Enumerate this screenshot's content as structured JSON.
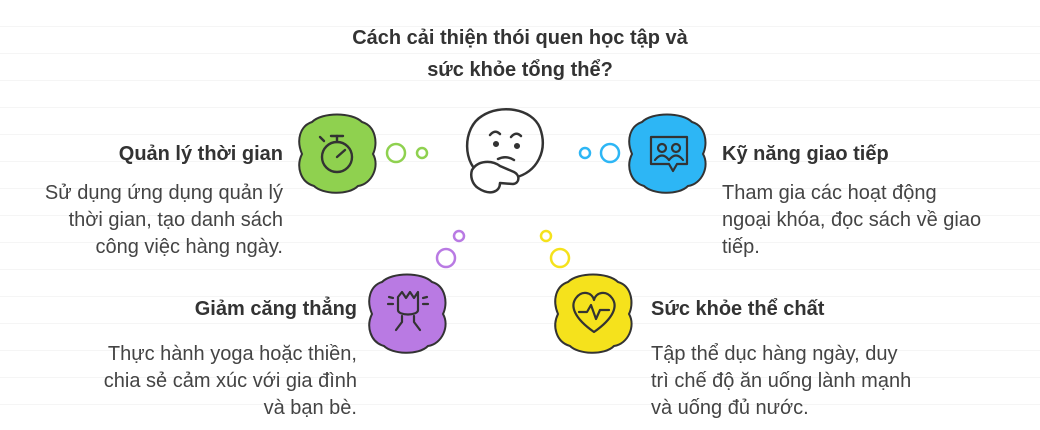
{
  "title": {
    "line1": "Cách cải thiện thói quen học tập và",
    "line2": "sức khỏe tổng thể?"
  },
  "items": [
    {
      "heading": "Quản lý thời gian",
      "desc": [
        "Sử dụng ứng dụng quản lý",
        "thời gian, tạo danh sách",
        "công việc hàng ngày."
      ],
      "icon": "stopwatch-icon",
      "color": "#8fd14f"
    },
    {
      "heading": "Kỹ năng giao tiếp",
      "desc": [
        "Tham gia các hoạt động",
        "ngoại khóa, đọc sách về giao",
        "tiếp."
      ],
      "icon": "people-chat-icon",
      "color": "#2db6f5"
    },
    {
      "heading": "Giảm căng thẳng",
      "desc": [
        "Thực hành yoga hoặc thiền,",
        "chia sẻ cảm xúc với gia đình",
        "và bạn bè."
      ],
      "icon": "stressed-person-icon",
      "color": "#b97ae3"
    },
    {
      "heading": "Sức khỏe thể chất",
      "desc": [
        "Tập thể dục hàng ngày, duy",
        "trì chế độ ăn uống lành mạnh",
        "và uống đủ nước."
      ],
      "icon": "heart-pulse-icon",
      "color": "#f5e21c"
    }
  ],
  "center_icon": "thinking-face-icon"
}
